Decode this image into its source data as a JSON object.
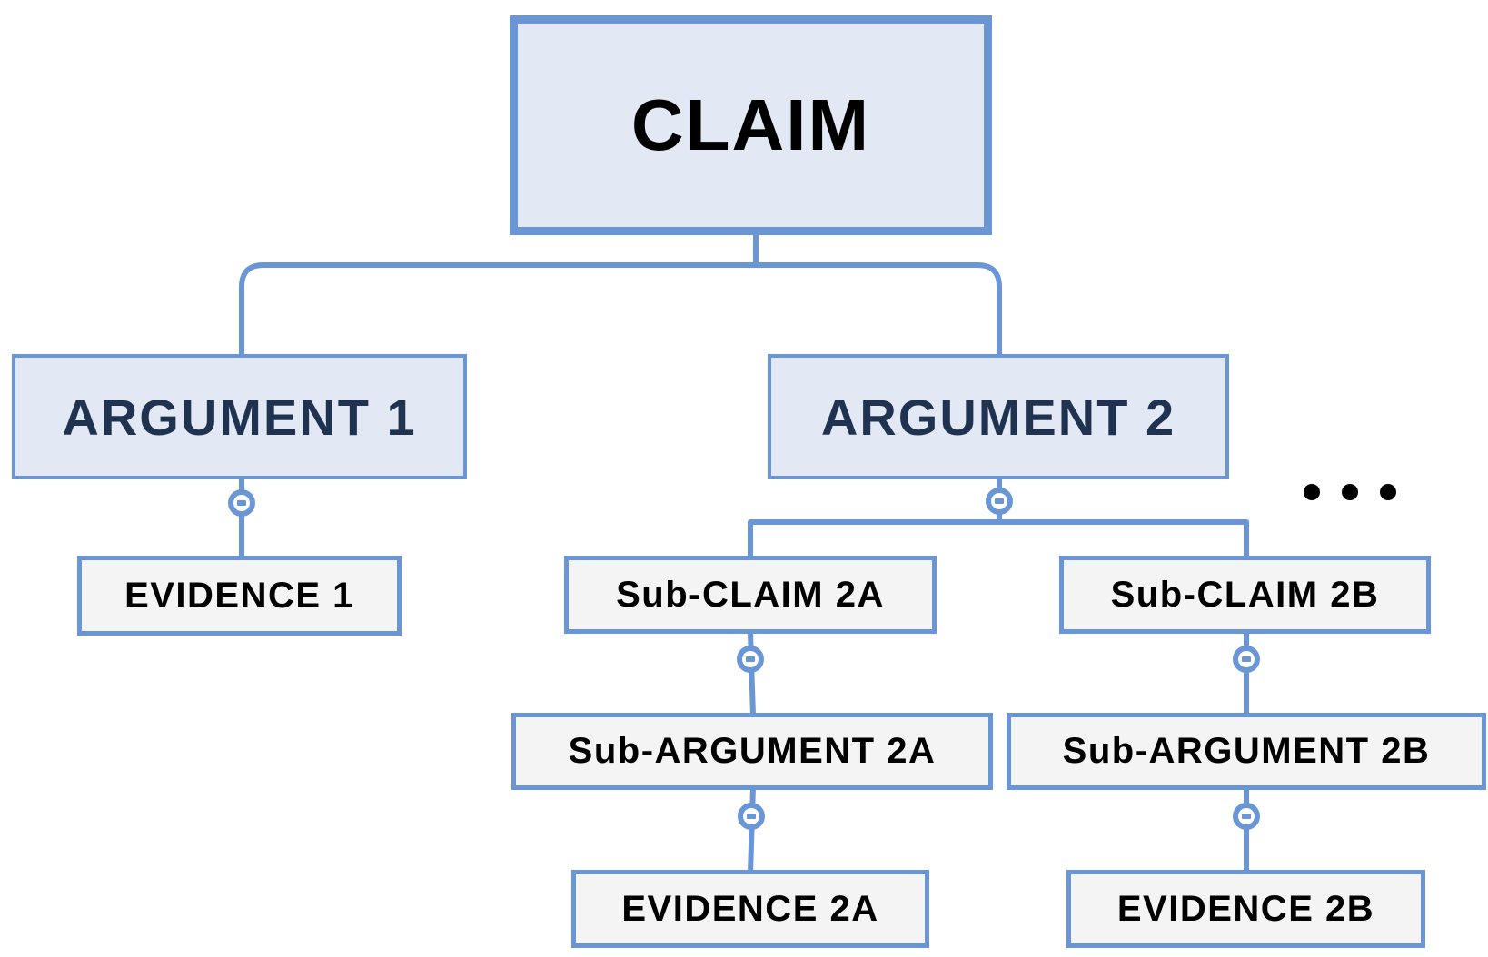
{
  "diagram": {
    "root": {
      "label": "CLAIM"
    },
    "argument_1": {
      "label": "ARGUMENT 1"
    },
    "argument_2": {
      "label": "ARGUMENT 2"
    },
    "evidence_1": {
      "label": "EVIDENCE 1"
    },
    "sub_claim_2a": {
      "label": "Sub-CLAIM 2A"
    },
    "sub_claim_2b": {
      "label": "Sub-CLAIM 2B"
    },
    "sub_argument_2a": {
      "label": "Sub-ARGUMENT 2A"
    },
    "sub_argument_2b": {
      "label": "Sub-ARGUMENT 2B"
    },
    "evidence_2a": {
      "label": "EVIDENCE 2A"
    },
    "evidence_2b": {
      "label": "EVIDENCE 2B"
    },
    "more_indicator": "ellipsis-icon"
  },
  "colors": {
    "line": "#6b96d6",
    "node_fill": "#e2e8f4",
    "leaf_fill": "#f4f4f4",
    "argument_text": "#1f3350",
    "text": "#000000"
  },
  "icons": {
    "collapse_toggle": "collapse-minus-icon"
  }
}
